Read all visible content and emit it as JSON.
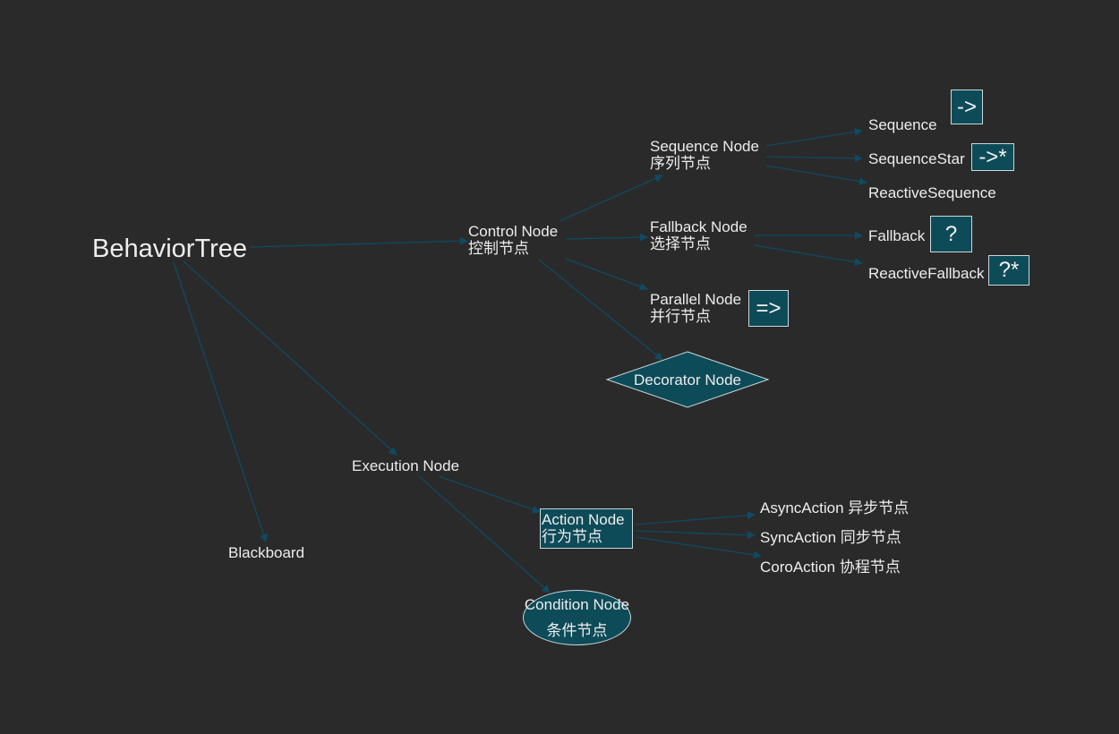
{
  "root": "BehaviorTree",
  "control": {
    "en": "Control Node",
    "zh": "控制节点"
  },
  "sequence": {
    "en": "Sequence Node",
    "zh": "序列节点"
  },
  "fallback": {
    "en": "Fallback Node",
    "zh": "选择节点"
  },
  "parallel": {
    "en": "Parallel Node",
    "zh": "并行节点",
    "symbol": "=>"
  },
  "decorator": "Decorator Node",
  "seq_children": [
    {
      "label": "Sequence",
      "symbol": "->"
    },
    {
      "label": "SequenceStar",
      "symbol": "->*"
    },
    {
      "label": "ReactiveSequence"
    }
  ],
  "fb_children": [
    {
      "label": "Fallback",
      "symbol": "?"
    },
    {
      "label": "ReactiveFallback",
      "symbol": "?*"
    }
  ],
  "execution": "Execution Node",
  "action": {
    "en": "Action Node",
    "zh": "行为节点"
  },
  "action_children": [
    "AsyncAction 异步节点",
    "SyncAction 同步节点",
    "CoroAction 协程节点"
  ],
  "condition": {
    "en": "Condition Node",
    "zh": "条件节点"
  },
  "blackboard": "Blackboard",
  "colors": {
    "background": "#2a2a2a",
    "node_fill": "#0e4b58",
    "node_border": "#c8d8dc",
    "edge": "#0f4a63",
    "text": "#ededed"
  }
}
